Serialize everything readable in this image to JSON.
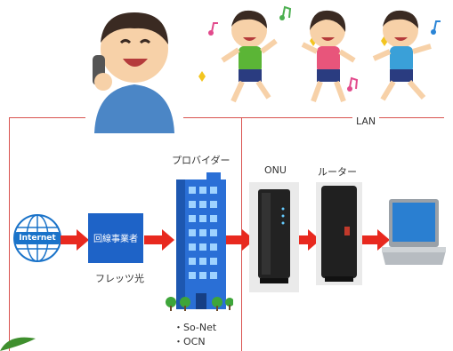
{
  "diagram": {
    "lan_label": "LAN",
    "internet_label": "Internet",
    "carrier_box_label": "回線事業者",
    "carrier_caption": "フレッツ光",
    "provider_label": "プロバイダー",
    "provider_examples": [
      "・So-Net",
      "・OCN"
    ],
    "onu_label": "ONU",
    "router_label": "ルーター"
  },
  "colors": {
    "frame": "#d9534f",
    "arrow": "#e8291f",
    "carrier_box": "#1e63c7",
    "building": "#2a6fd6",
    "globe": "#1a73c9"
  }
}
